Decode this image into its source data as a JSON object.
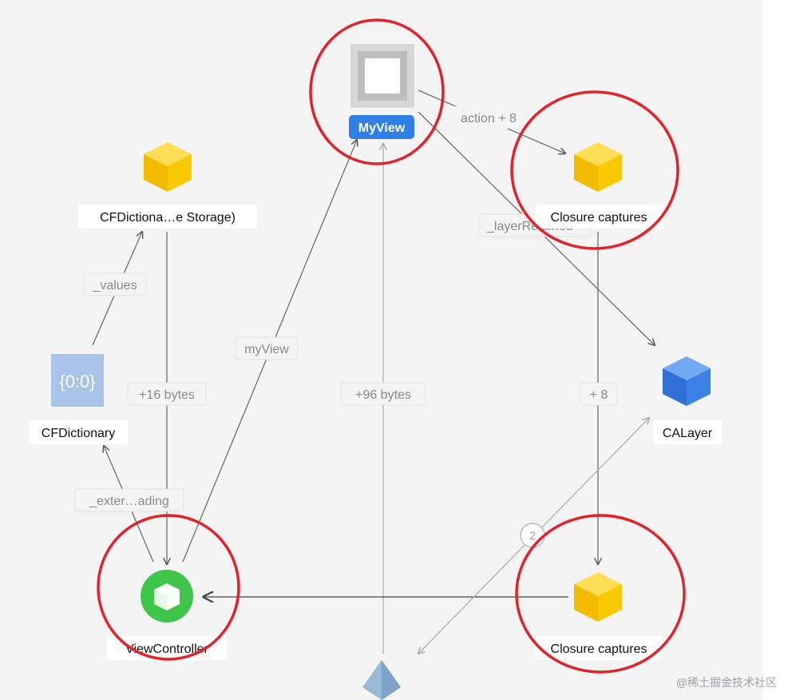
{
  "nodes": {
    "myview": {
      "label": "MyView"
    },
    "cfdict_storage": {
      "label": "CFDictiona…e Storage)"
    },
    "closure_top": {
      "label": "Closure captures"
    },
    "cfdictionary": {
      "label": "CFDictionary",
      "icon_text": "{0:0}"
    },
    "calayer": {
      "label": "CALayer"
    },
    "viewcontroller": {
      "label": "ViewController"
    },
    "closure_bottom": {
      "label": "Closure captures"
    }
  },
  "edges": {
    "action": "action + 8",
    "layer_retained": "_layerRetained",
    "values": "_values",
    "my_view": "myView",
    "plus16": "+16 bytes",
    "plus96": "+96 bytes",
    "plus8": "+ 8",
    "extern_loading": "_exter…ading"
  },
  "badge": {
    "count": "2"
  },
  "watermark": "@稀土掘金技术社区",
  "colors": {
    "highlight_ring": "#e0242b",
    "selected_label_bg": "#2f7fe6",
    "object_yellow": "#f7c300",
    "object_blue": "#3b82e6",
    "viewcontroller_green": "#3ec64a",
    "edge_gray": "#6e6e6e"
  }
}
